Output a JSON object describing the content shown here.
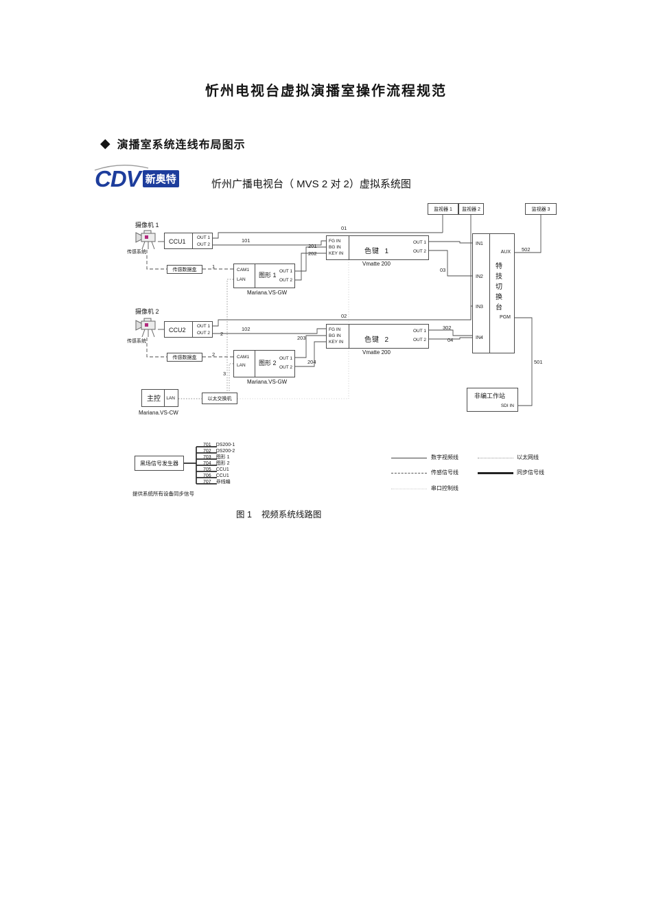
{
  "page": {
    "title": "忻州电视台虚拟演播室操作流程规范",
    "section_bullet": "◆",
    "section_title": "演播室系统连线布局图示",
    "caption": "图 1    视频系统线路图"
  },
  "logo": {
    "cdv": "CDV",
    "brand": "新奥特"
  },
  "diagram": {
    "subtitle": "忻州广播电视台（ MVS 2 对 2）虚拟系统图",
    "monitors": {
      "m1": "监视器 1",
      "m2": "监视器 2",
      "m3": "监视器 3"
    },
    "camera1": {
      "label": "摄像机 1",
      "sensor": "传感系统",
      "databox": "传感数据盒"
    },
    "camera2": {
      "label": "摄像机 2",
      "sensor": "传感系统",
      "databox": "传感数据盒"
    },
    "ccu1": {
      "name": "CCU1",
      "out1": "OUT 1",
      "out2": "OUT 2"
    },
    "ccu2": {
      "name": "CCU2",
      "out1": "OUT 1",
      "out2": "OUT 2"
    },
    "keyer1": {
      "title": "色键  1",
      "fg": "FG IN",
      "bg": "BG IN",
      "key": "KEY IN",
      "out1": "OUT 1",
      "out2": "OUT 2",
      "model": "Vmatte 200"
    },
    "keyer2": {
      "title": "色键  2",
      "fg": "FG IN",
      "bg": "BG IN",
      "key": "KEY IN",
      "out1": "OUT 1",
      "out2": "OUT 2",
      "model": "Vmatte 200"
    },
    "gfx1": {
      "cam": "CAM1",
      "lan": "LAN",
      "title": "图形 1",
      "out1": "OUT 1",
      "out2": "OUT 2",
      "model": "Mariana.VS-GW"
    },
    "gfx2": {
      "cam": "CAM1",
      "lan": "LAN",
      "title": "图形 2",
      "out1": "OUT 1",
      "out2": "OUT 2",
      "model": "Mariana.VS-GW"
    },
    "switcher": {
      "in1": "IN1",
      "in2": "IN2",
      "in3": "IN3",
      "in4": "IN4",
      "aux": "AUX",
      "pgm": "PGM",
      "title": "特技切换台"
    },
    "master": {
      "title": "主控",
      "lan": "LAN",
      "model": "Mariana.VS-CW"
    },
    "eth_switch": "以太交换机",
    "nle": {
      "title": "非编工作站",
      "port": "SDI IN"
    },
    "blackgen": {
      "title": "黑场信号发生器",
      "note": "提供系统所有设备同步信号",
      "lines": [
        {
          "num": "701",
          "name": "DS200-1"
        },
        {
          "num": "702",
          "name": "DS200-2"
        },
        {
          "num": "703",
          "name": "图形 1"
        },
        {
          "num": "704",
          "name": "图形 2"
        },
        {
          "num": "705",
          "name": "CCU1"
        },
        {
          "num": "706",
          "name": "CCU1"
        },
        {
          "num": "707",
          "name": "非线编"
        }
      ]
    },
    "cables": {
      "c01": "01",
      "c02": "02",
      "c03": "03",
      "c04": "04",
      "c101": "101",
      "c102": "102",
      "c201": "201",
      "c202": "202",
      "c203": "203",
      "c204": "204",
      "c302": "302",
      "c501": "501",
      "c502": "502",
      "n1": "1",
      "n2": "2",
      "n2b": "2",
      "n3": "3"
    },
    "legend": [
      {
        "label": "数字视频线",
        "style": "solid"
      },
      {
        "label": "以太网线",
        "style": "dotted"
      },
      {
        "label": "传感信号线",
        "style": "dashed"
      },
      {
        "label": "同步信号线",
        "style": "thick"
      },
      {
        "label": "串口控制线",
        "style": "finedot"
      }
    ]
  }
}
